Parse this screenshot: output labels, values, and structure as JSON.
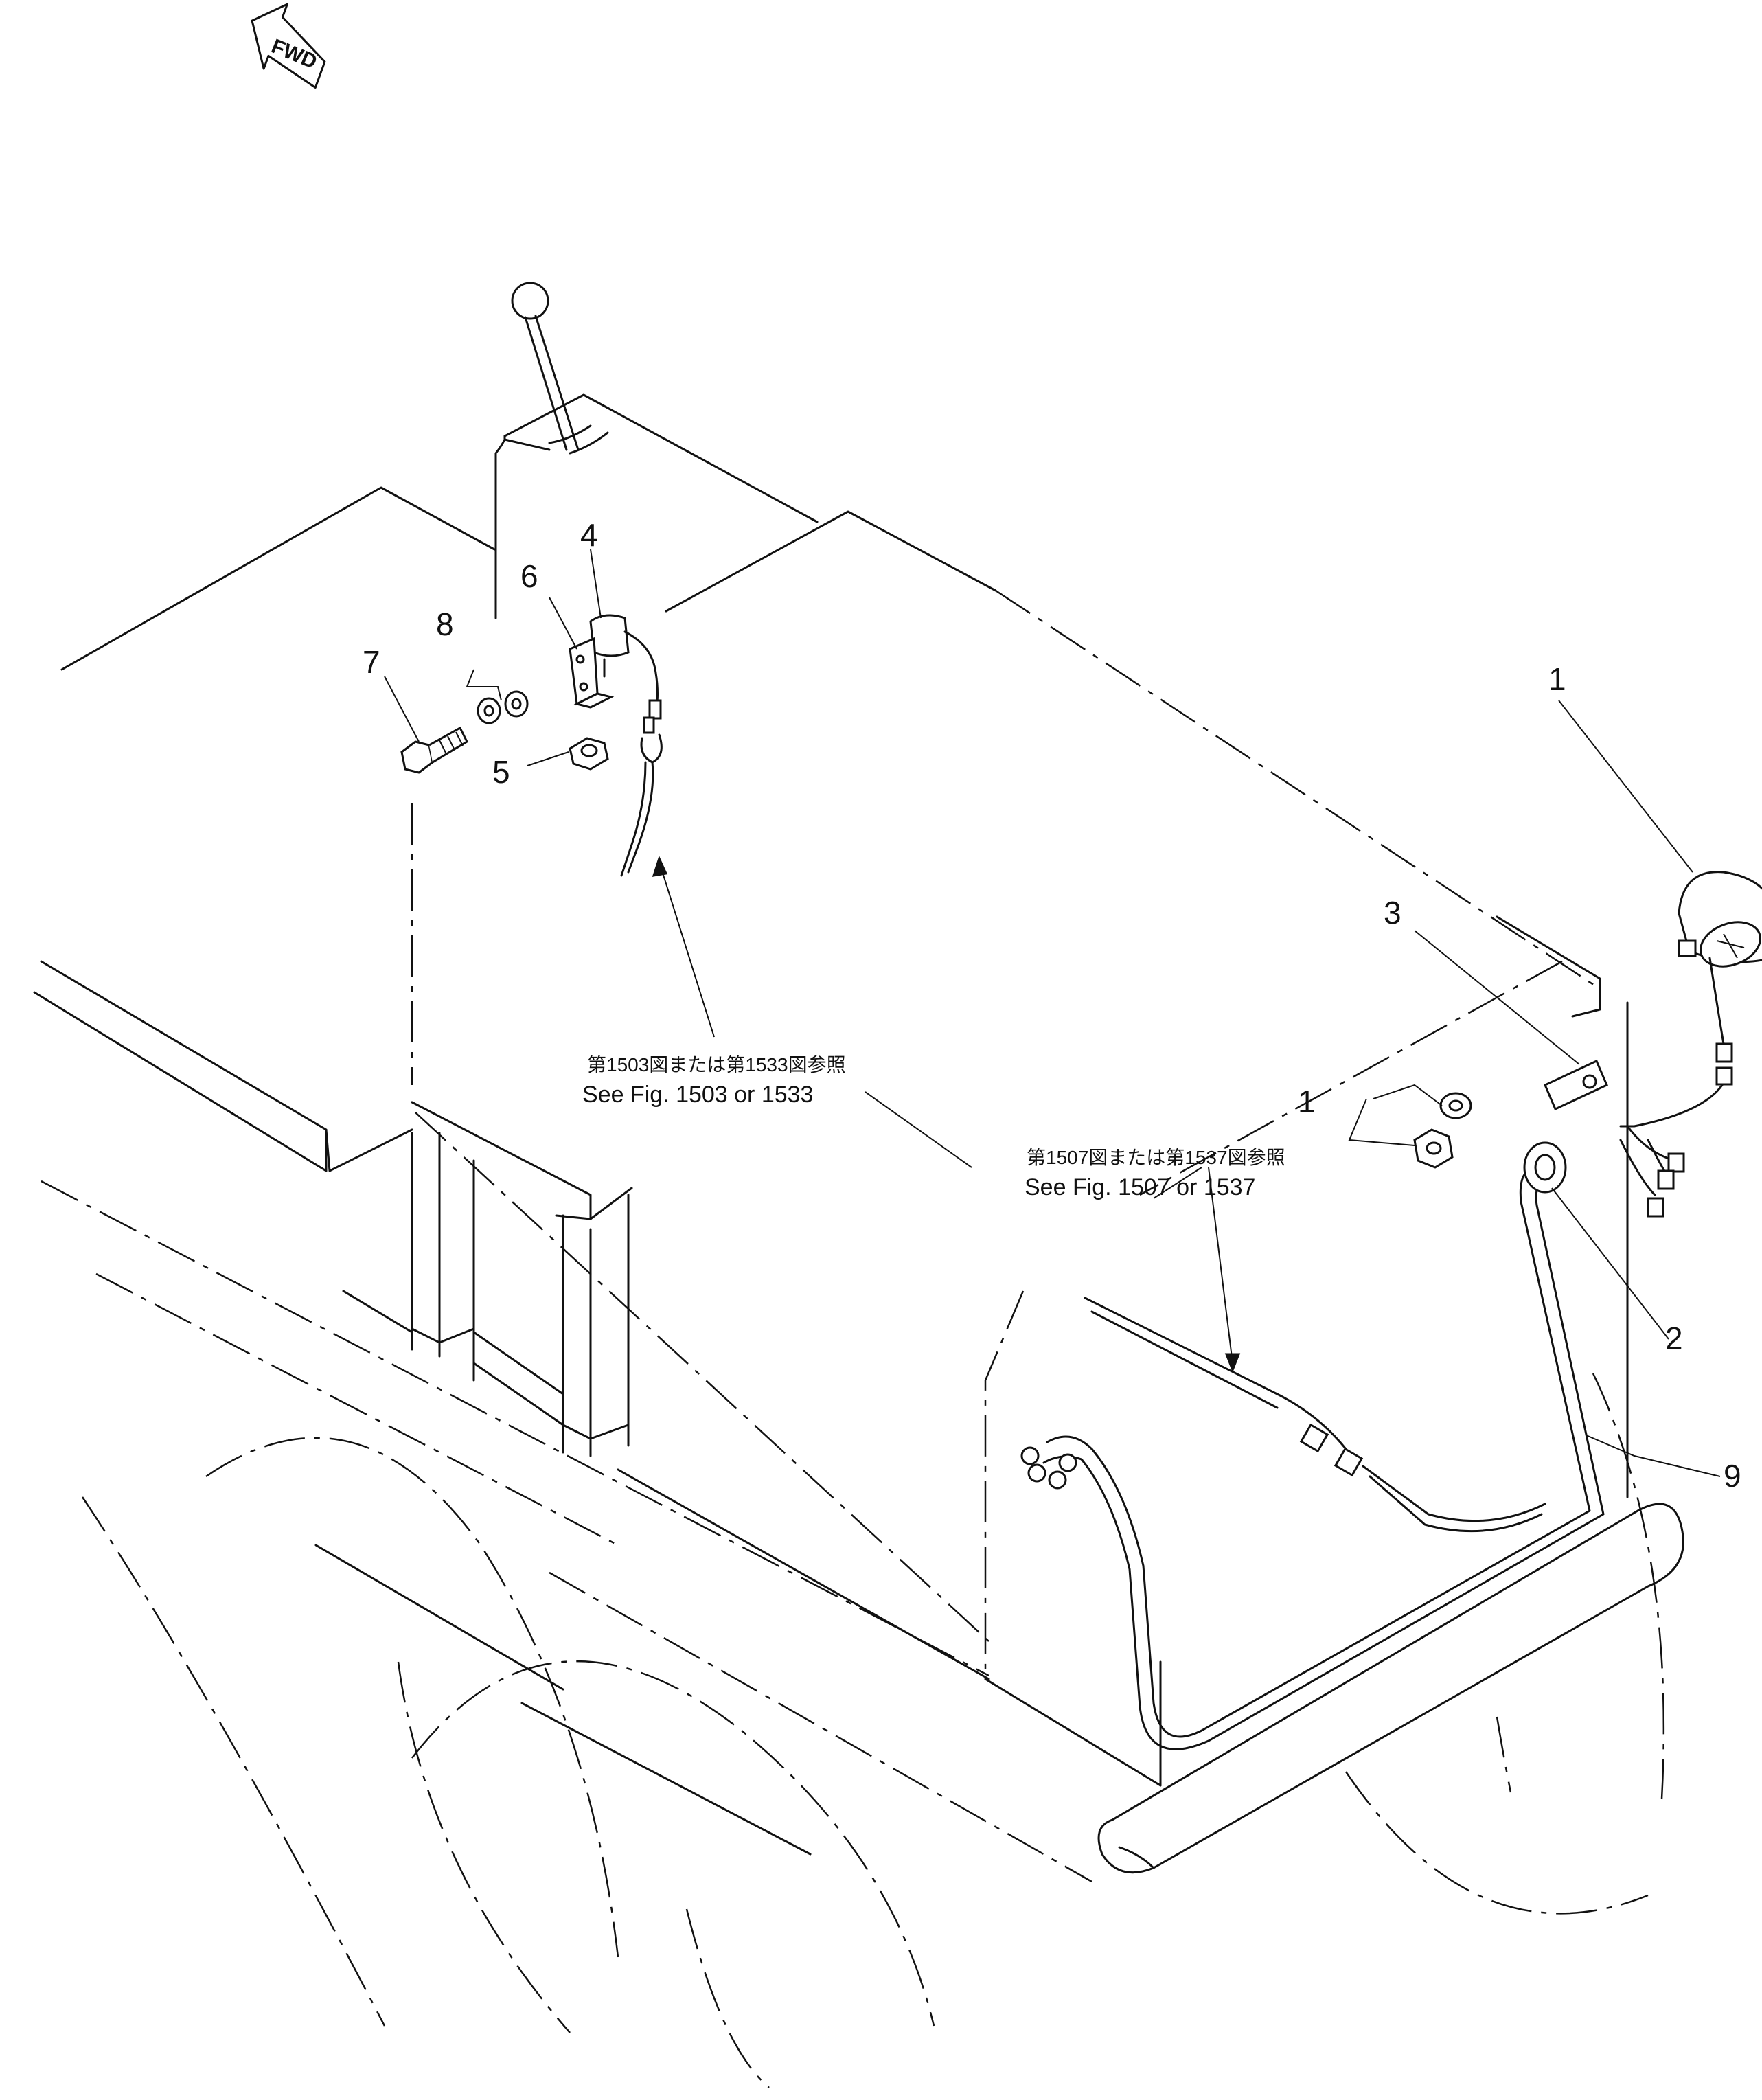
{
  "fwd_label": "FWD",
  "references": {
    "upper": {
      "jp": "第1503図または第1533図参照",
      "en": "See Fig. 1503 or 1533"
    },
    "lower": {
      "jp": "第1507図または第1537図参照",
      "en": "See Fig. 1507 or 1537"
    }
  },
  "callouts": {
    "c1_lamp": "1",
    "c1_hardware": "1",
    "c2": "2",
    "c3": "3",
    "c4": "4",
    "c5": "5",
    "c6": "6",
    "c7": "7",
    "c8": "8",
    "c9": "9"
  }
}
